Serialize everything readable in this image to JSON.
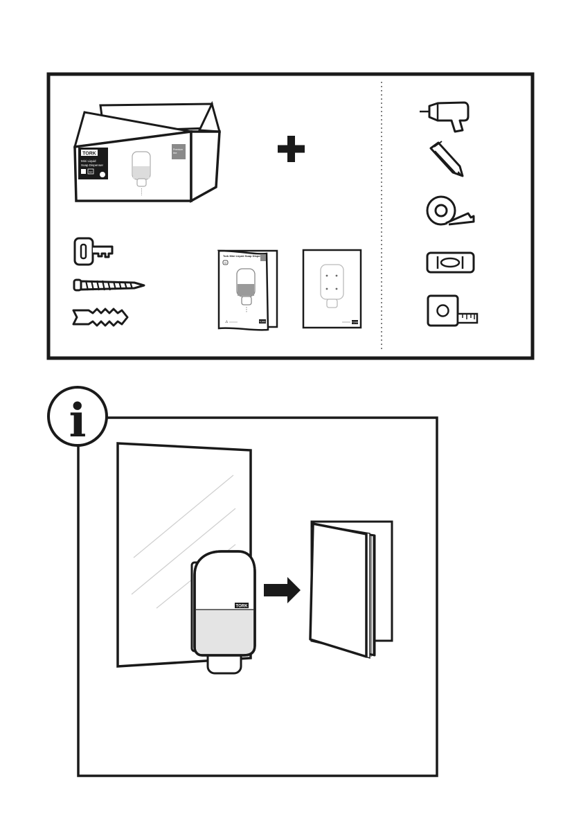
{
  "contents_panel": {
    "box": {
      "brand": "TORK",
      "product_name_line1": "Mini Liquid",
      "product_name_line2": "Soap Dispenser",
      "badge_line1": "Tork",
      "badge_line2": "S2",
      "side_label_line1": "Premium",
      "side_label_line2": "line"
    },
    "plus_symbol": "+",
    "manual": {
      "title": "Tork Mini Liquid Soap Dispenser",
      "code": "S2",
      "brand": "TORK"
    },
    "template": {
      "brand": "TORK"
    }
  },
  "tools_panel": {
    "icons": [
      "drill-icon",
      "pencil-icon",
      "tape-icon",
      "spirit-level-icon",
      "measuring-tape-icon"
    ]
  },
  "info_panel": {
    "info_symbol": "i",
    "dispenser_brand": "TORK"
  },
  "colors": {
    "ink": "#1a1a1a",
    "light_gray": "#e6e6e6",
    "mid_gray": "#cfcfcf",
    "dark_gray": "#8a8a8a"
  }
}
